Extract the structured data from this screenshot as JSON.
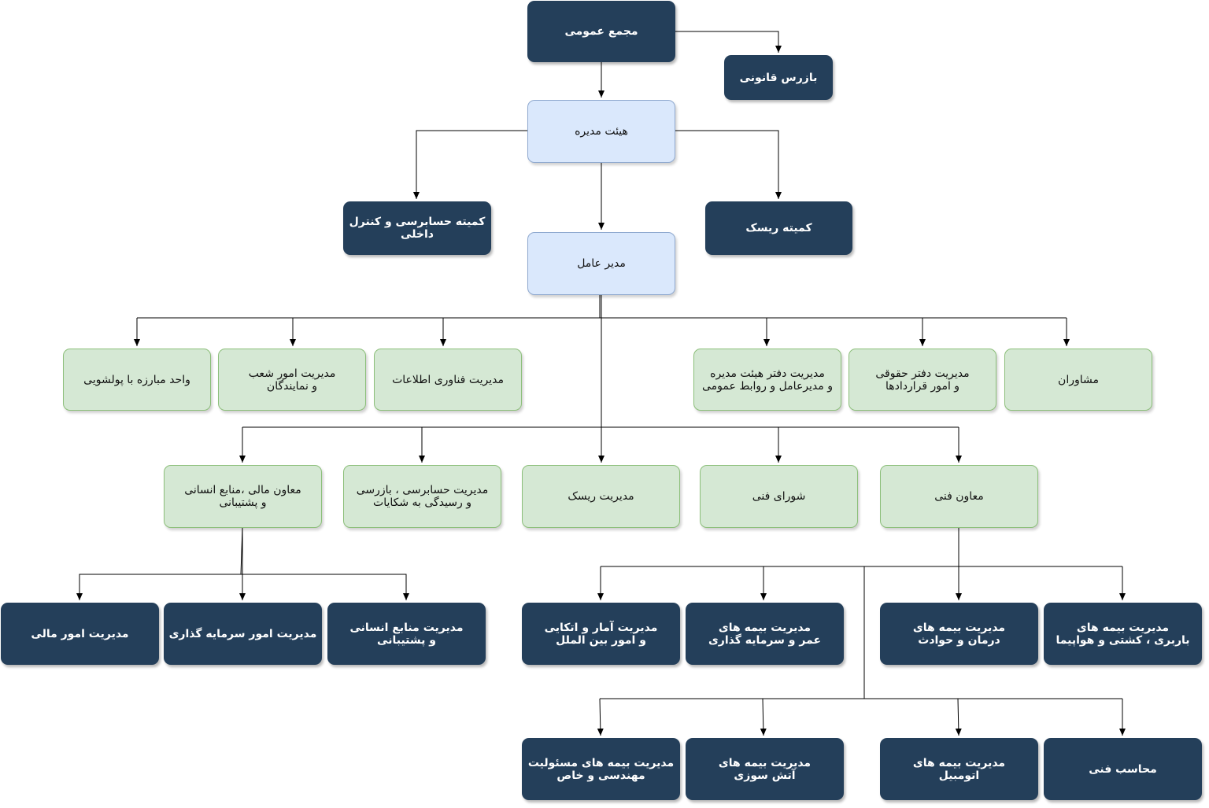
{
  "colors": {
    "dark": "#243f5a",
    "blue": "#dae8fc",
    "green": "#d5e8d4",
    "line": "#000000"
  },
  "nodes": {
    "general_assembly": [
      "مجمع عمومی"
    ],
    "legal_inspector": [
      "بازرس قانونی"
    ],
    "board": [
      "هیئت مدیره"
    ],
    "audit_committee": [
      "کمیته حسابرسی و کنترل",
      "داخلی"
    ],
    "risk_committee": [
      "کمیته ریسک"
    ],
    "ceo": [
      "مدیر عامل"
    ],
    "aml_unit": [
      "واحد مبارزه با پولشویی"
    ],
    "branches_mgmt": [
      "مدیریت امور شعب",
      "و نمایندگان"
    ],
    "it_mgmt": [
      "مدیریت فناوری اطلاعات"
    ],
    "board_office": [
      "مدیریت دفتر هیئت مدیره",
      "و مدیرعامل و روابط عمومی"
    ],
    "legal_office": [
      "مدیریت دفتر حقوقی",
      "و امور قراردادها"
    ],
    "advisors": [
      "مشاوران"
    ],
    "finance_deputy": [
      "معاون مالی ،منابع انسانی",
      "و پشتیبانی"
    ],
    "audit_mgmt": [
      "مدیریت حسابرسی ، بازرسی",
      "و رسیدگی به شکایات"
    ],
    "risk_mgmt": [
      "مدیریت ریسک"
    ],
    "tech_council": [
      "شورای فنی"
    ],
    "tech_deputy": [
      "معاون فنی"
    ],
    "finance_mgmt": [
      "مدیریت امور مالی"
    ],
    "investment_mgmt": [
      "مدیریت امور سرمایه گذاری"
    ],
    "hr_mgmt": [
      "مدیریت منابع انسانی",
      "و پشتیبانی"
    ],
    "stats_mgmt": [
      "مدیریت آمار و اتکایی",
      "و امور بین الملل"
    ],
    "life_ins": [
      "مدیریت بیمه های",
      "عمر و سرمایه گذاری"
    ],
    "health_ins": [
      "مدیریت بیمه های",
      "درمان و حوادث"
    ],
    "cargo_ins": [
      "مدیریت بیمه های",
      "باربری ، کشتی و هواپیما"
    ],
    "liability_ins": [
      "مدیریت بیمه های مسئولیت",
      "مهندسی و خاص"
    ],
    "fire_ins": [
      "مدیریت بیمه های",
      "آتش سوزی"
    ],
    "auto_ins": [
      "مدیریت بیمه های",
      "اتومبیل"
    ],
    "tech_accountant": [
      "محاسب فنی"
    ]
  }
}
